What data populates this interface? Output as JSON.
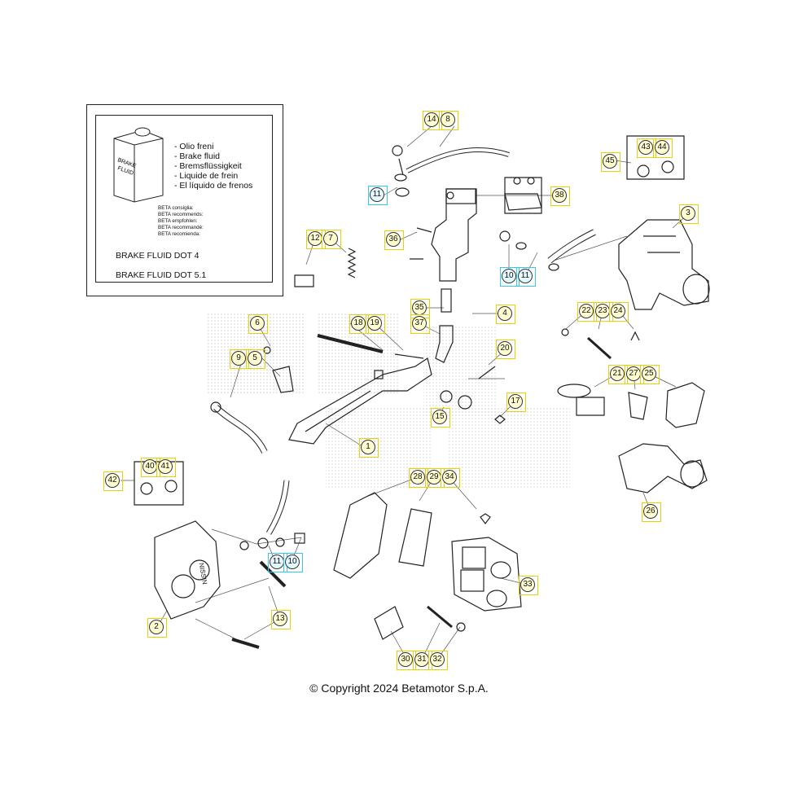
{
  "colors": {
    "callout_yellow": "#fffbd0",
    "callout_cyan": "#e4f7ff",
    "tag_yellow": "#e2d400",
    "tag_cyan": "#33c8f0",
    "ink": "#222222",
    "watermark_dots": "#c9c9c9"
  },
  "fluid_box": {
    "can_label_line1": "BRAKE",
    "can_label_line2": "FLUID",
    "languages": [
      "- Olio freni",
      "- Brake fluid",
      "- Bremsflüssigkeit",
      "- Liquide de frein",
      "- El líquido de frenos"
    ],
    "recommendations": [
      "BETA consiglia:",
      "BETA recommends:",
      "BETA empfohlen:",
      "BETA recommandé:",
      "BETA recomienda:"
    ],
    "spec_1": "BRAKE FLUID DOT 4",
    "spec_2": "BRAKE FLUID DOT 5.1"
  },
  "copyright": "© Copyright 2024 Betamotor S.p.A.",
  "part_brand": "NISSIN",
  "callouts": [
    {
      "n": "14",
      "style": "y"
    },
    {
      "n": "8",
      "style": "y"
    },
    {
      "n": "11",
      "style": "c"
    },
    {
      "n": "38",
      "style": "y"
    },
    {
      "n": "43",
      "style": "y"
    },
    {
      "n": "44",
      "style": "y"
    },
    {
      "n": "45",
      "style": "y"
    },
    {
      "n": "3",
      "style": "y"
    },
    {
      "n": "12",
      "style": "y"
    },
    {
      "n": "7",
      "style": "y"
    },
    {
      "n": "36",
      "style": "y"
    },
    {
      "n": "10",
      "style": "c"
    },
    {
      "n": "11",
      "style": "c"
    },
    {
      "n": "35",
      "style": "y"
    },
    {
      "n": "4",
      "style": "y"
    },
    {
      "n": "22",
      "style": "y"
    },
    {
      "n": "23",
      "style": "y"
    },
    {
      "n": "24",
      "style": "y"
    },
    {
      "n": "37",
      "style": "y"
    },
    {
      "n": "6",
      "style": "y"
    },
    {
      "n": "18",
      "style": "y"
    },
    {
      "n": "19",
      "style": "y"
    },
    {
      "n": "20",
      "style": "y"
    },
    {
      "n": "9",
      "style": "y"
    },
    {
      "n": "5",
      "style": "y"
    },
    {
      "n": "21",
      "style": "y"
    },
    {
      "n": "27",
      "style": "y"
    },
    {
      "n": "25",
      "style": "y"
    },
    {
      "n": "17",
      "style": "y"
    },
    {
      "n": "15",
      "style": "y"
    },
    {
      "n": "1",
      "style": "y"
    },
    {
      "n": "40",
      "style": "y"
    },
    {
      "n": "41",
      "style": "y"
    },
    {
      "n": "42",
      "style": "y"
    },
    {
      "n": "28",
      "style": "y"
    },
    {
      "n": "29",
      "style": "y"
    },
    {
      "n": "34",
      "style": "y"
    },
    {
      "n": "26",
      "style": "y"
    },
    {
      "n": "11",
      "style": "c"
    },
    {
      "n": "10",
      "style": "c"
    },
    {
      "n": "33",
      "style": "y"
    },
    {
      "n": "2",
      "style": "y"
    },
    {
      "n": "13",
      "style": "y"
    },
    {
      "n": "30",
      "style": "y"
    },
    {
      "n": "31",
      "style": "y"
    },
    {
      "n": "32",
      "style": "y"
    }
  ]
}
